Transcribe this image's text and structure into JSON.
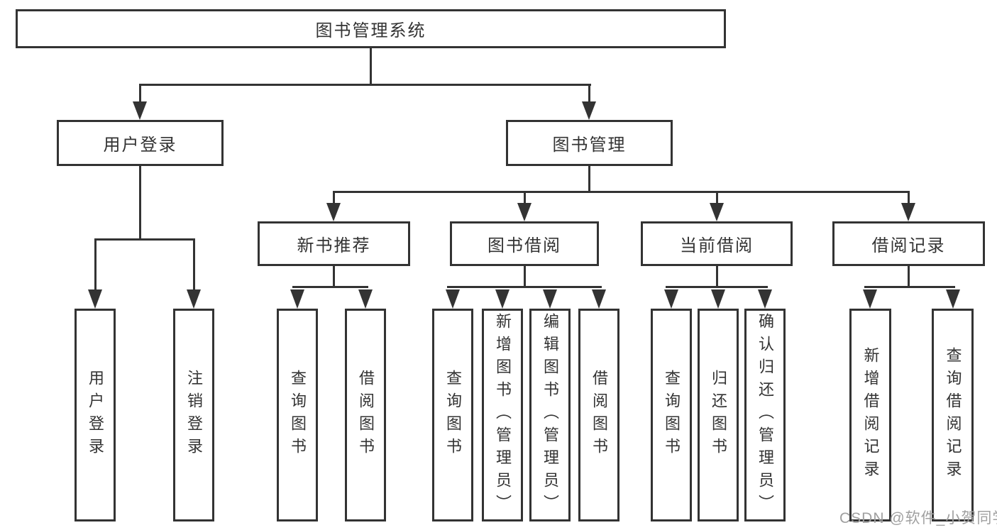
{
  "diagram": {
    "root": {
      "label": "图书管理系统"
    },
    "level2": [
      {
        "label": "用户登录"
      },
      {
        "label": "图书管理"
      }
    ],
    "level3": [
      {
        "label": "新书推荐"
      },
      {
        "label": "图书借阅"
      },
      {
        "label": "当前借阅"
      },
      {
        "label": "借阅记录"
      }
    ],
    "leaves": {
      "user_login": [
        "用户登录",
        "注销登录"
      ],
      "new_book_recommend": [
        "查询图书",
        "借阅图书"
      ],
      "book_borrow": [
        "查询图书",
        "新增图书（管理员）",
        "编辑图书（管理员）",
        "借阅图书"
      ],
      "current_borrow": [
        "查询图书",
        "归还图书",
        "确认归还（管理员）"
      ],
      "borrow_records": [
        "新增借阅记录",
        "查询借阅记录"
      ]
    },
    "watermark": "CSDN @软件_小贺同学",
    "colors": {
      "line": "#333333",
      "text": "#333333",
      "background": "#ffffff",
      "watermark": "#a0a0a0"
    }
  }
}
